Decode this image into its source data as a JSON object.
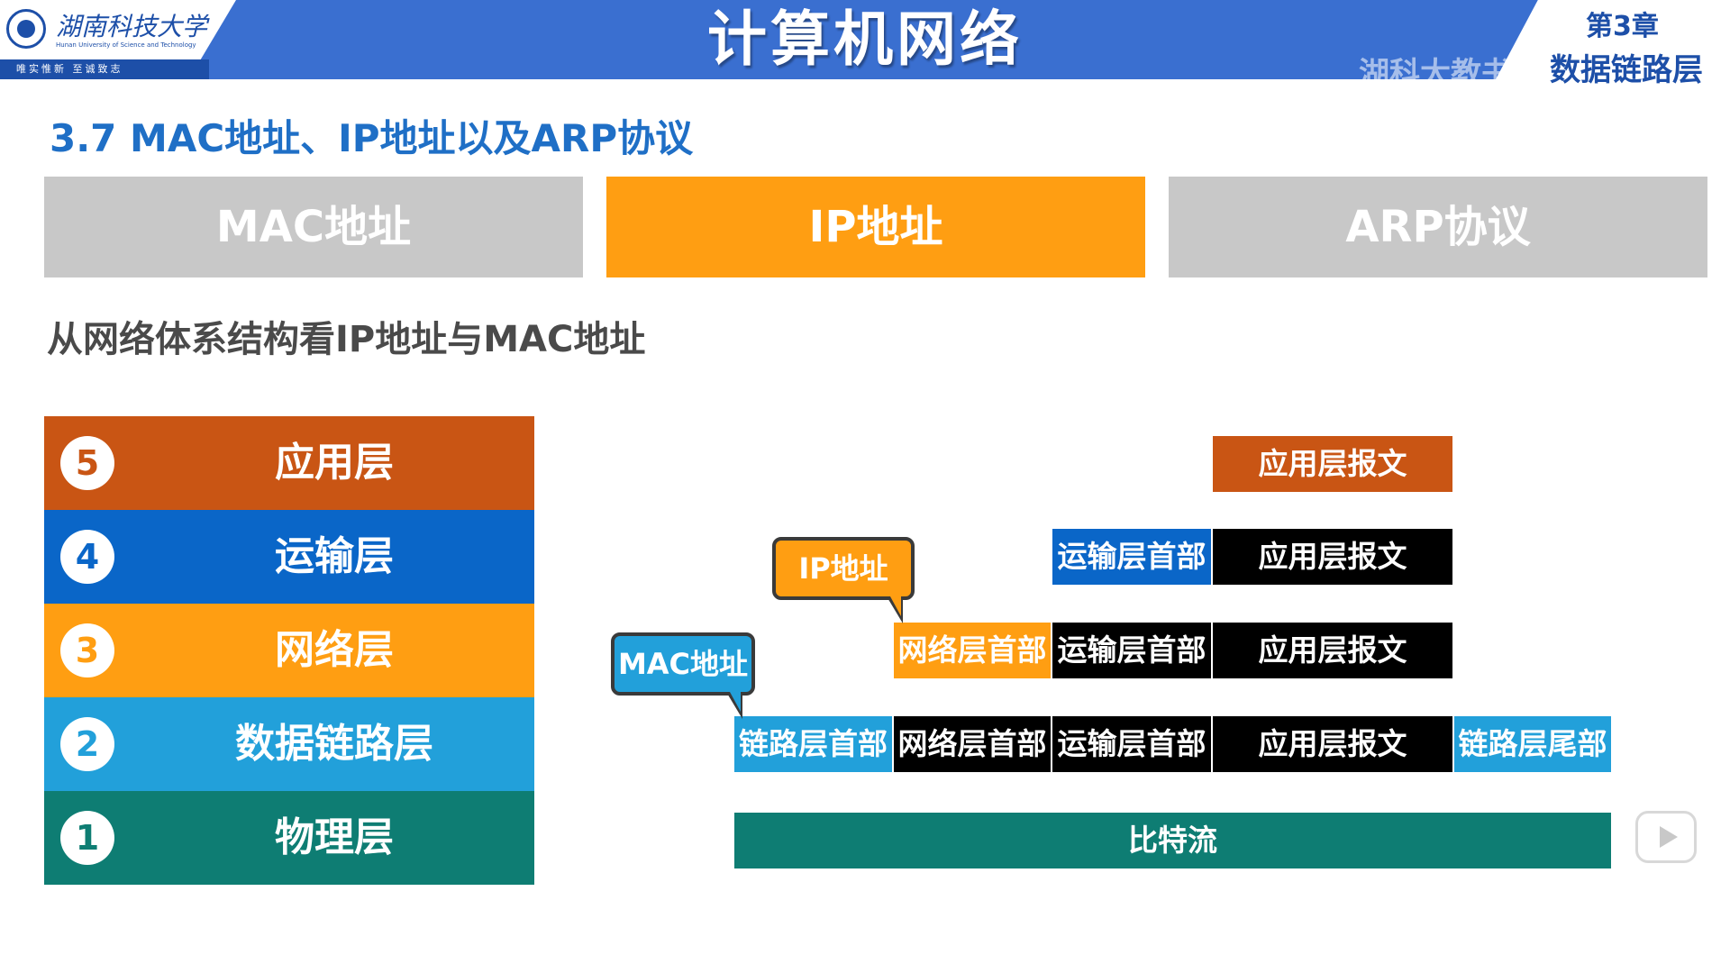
{
  "header": {
    "university_name": "湖南科技大学",
    "university_name_en": "Hunan University of Science and Technology",
    "motto": "唯实惟新 至诚致志",
    "course_title": "计算机网络",
    "chapter_number": "第3章",
    "chapter_name": "数据链路层",
    "watermark": "湖科大教书匠"
  },
  "section_title": "3.7 MAC地址、IP地址以及ARP协议",
  "tabs": [
    {
      "label": "MAC地址",
      "active": false
    },
    {
      "label": "IP地址",
      "active": true
    },
    {
      "label": "ARP协议",
      "active": false
    }
  ],
  "subtitle": "从网络体系结构看IP地址与MAC地址",
  "layers": [
    {
      "number": "5",
      "name": "应用层",
      "color": "#c95514"
    },
    {
      "number": "4",
      "name": "运输层",
      "color": "#0a66c8"
    },
    {
      "number": "3",
      "name": "网络层",
      "color": "#ff9e12"
    },
    {
      "number": "2",
      "name": "数据链路层",
      "color": "#22a0da"
    },
    {
      "number": "1",
      "name": "物理层",
      "color": "#0e7d73"
    }
  ],
  "pdu": {
    "app_message": "应用层报文",
    "transport_header": "运输层首部",
    "network_header": "网络层首部",
    "link_header": "链路层首部",
    "link_trailer": "链路层尾部",
    "bit_stream": "比特流"
  },
  "callouts": {
    "ip_address": "IP地址",
    "mac_address": "MAC地址"
  },
  "colors": {
    "header_blue": "#3a6fd0",
    "title_blue": "#1f6fc6",
    "tab_active": "#ff9e12",
    "tab_inactive": "#c8c8c8"
  },
  "icons": {
    "logo": "university-seal-icon",
    "play": "play-icon"
  }
}
